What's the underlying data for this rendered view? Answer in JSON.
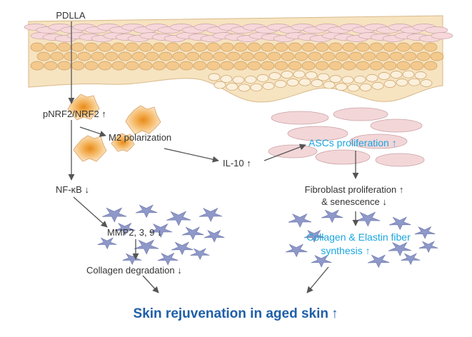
{
  "labels": {
    "pdlla": "PDLLA",
    "pnrf2": "pNRF2/NRF2 ↑",
    "m2": "M2 polarization",
    "il10": "IL-10 ↑",
    "nfkb": "NF-κB ↓",
    "mmp": "MMP2, 3, 9 ↓",
    "collagen_degradation": "Collagen degradation ↓",
    "ascs": "ASCs proliferation ↑",
    "fibro_line1": "Fibroblast proliferation ↑",
    "fibro_line2": "& senescence ↓",
    "collagen_line1": "Collagen & Elastin fiber",
    "collagen_line2": "synthesis ↑"
  },
  "title": {
    "text": "Skin rejuvenation in aged skin",
    "arrow": "↑"
  },
  "colors": {
    "arrow": "#555555",
    "text": "#333333",
    "highlight_text": "#1aa6e0",
    "title": "#1f5fa8",
    "tissue_fill": "#f6e3c0",
    "tissue_cell": "#f3c98d",
    "pink_cell": "#f3d6d8",
    "macrophage": "#f2b25b",
    "star_cell": "#8e98c9"
  },
  "icons": [
    "skin-tissue-icon",
    "macrophage-icon",
    "stem-cell-icon",
    "fibroblast-icon"
  ]
}
